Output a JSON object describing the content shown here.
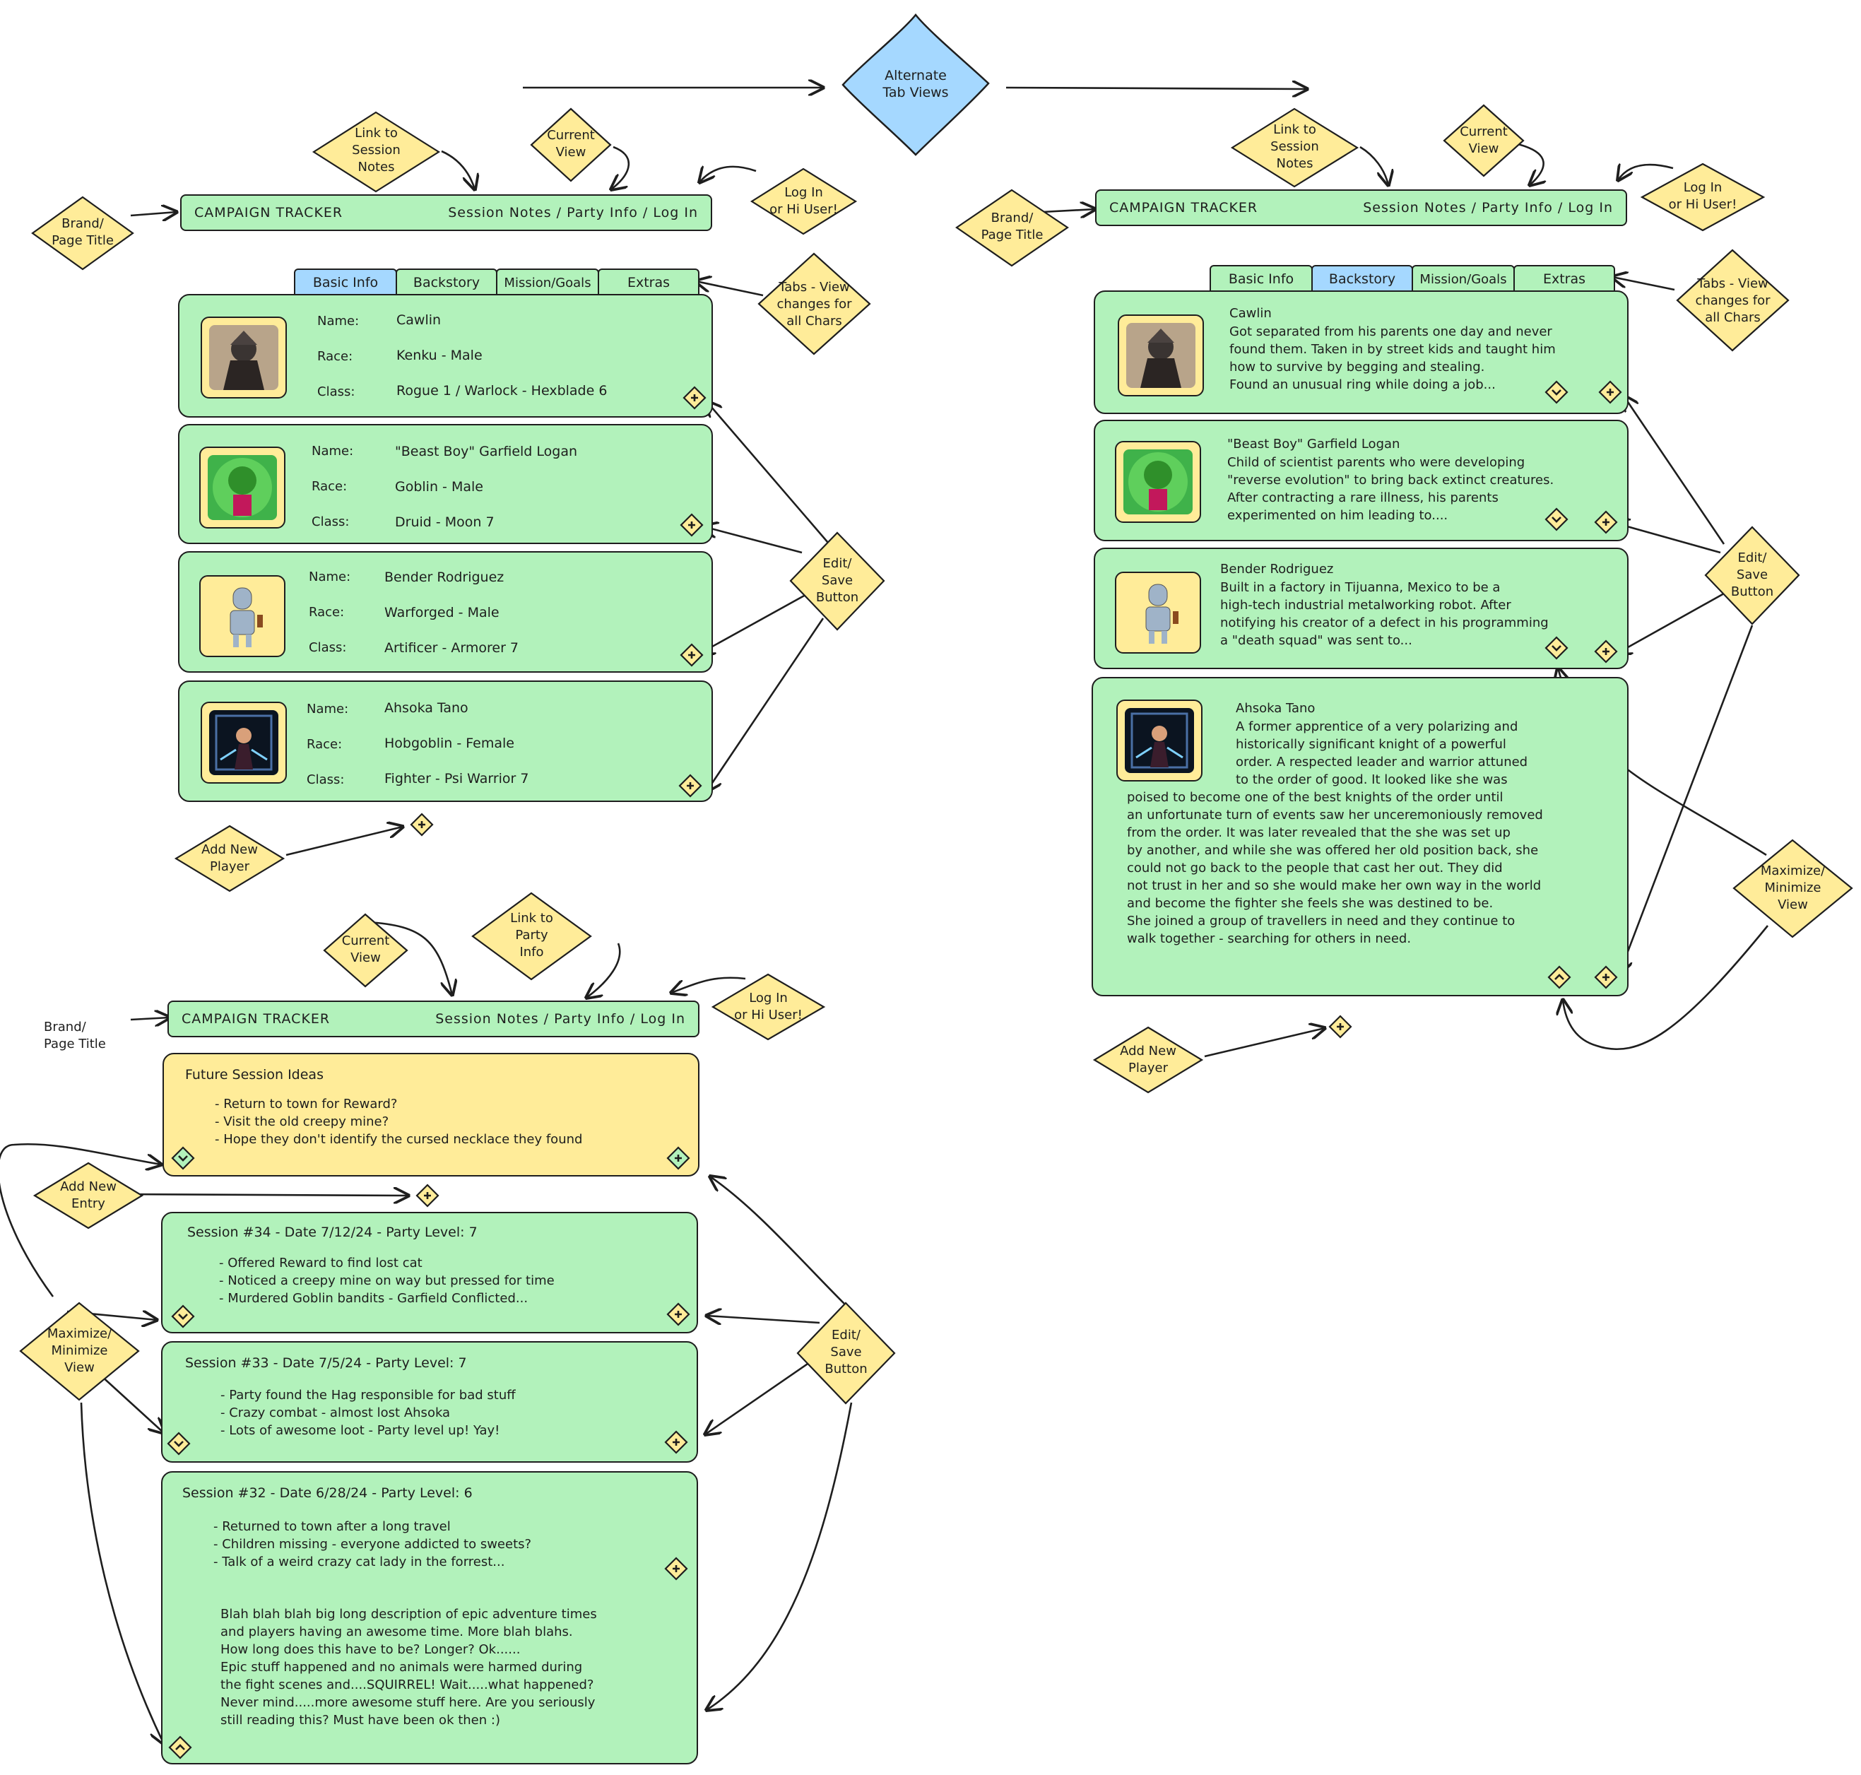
{
  "flow": {
    "alternate_tab_views": "Alternate\nTab Views"
  },
  "navbar": {
    "brand": "CAMPAIGN TRACKER",
    "session_notes": "Session Notes",
    "party_info": "Party Info",
    "log_in": "Log In",
    "separator": "/"
  },
  "tabs": [
    "Basic Info",
    "Backstory",
    "Mission/Goals",
    "Extras"
  ],
  "field_labels": {
    "name": "Name:",
    "race": "Race:",
    "class": "Class:"
  },
  "characters": [
    {
      "name": "Cawlin",
      "race": "Kenku - Male",
      "class": "Rogue 1 / Warlock - Hexblade 6",
      "backstory": "Got separated from his parents one day and never\nfound them. Taken in by street kids and taught him\nhow to survive by begging and stealing.\nFound an unusual ring while doing a job...",
      "portrait_icon": "hooded-bird-rogue-portrait",
      "portrait_bg": "#b8a48a"
    },
    {
      "name": "\"Beast Boy\" Garfield Logan",
      "race": "Goblin - Male",
      "class": "Druid - Moon 7",
      "backstory": "Child of scientist parents who were developing\n\"reverse evolution\" to bring back extinct creatures.\nAfter contracting a rare illness, his parents\nexperimented on him leading to....",
      "portrait_icon": "green-goblin-kid-portrait",
      "portrait_bg": "#3fb24a"
    },
    {
      "name": "Bender Rodriguez",
      "race": "Warforged - Male",
      "class": "Artificer - Armorer 7",
      "backstory": "Built in a factory in Tijuanna, Mexico to be a\nhigh-tech industrial metalworking robot. After\nnotifying his creator of a defect in his programming\na \"death squad\" was sent to...",
      "portrait_icon": "robot-portrait",
      "portrait_bg": "#ffec99"
    },
    {
      "name": "Ahsoka Tano",
      "race": "Hobgoblin - Female",
      "class": "Fighter - Psi Warrior 7",
      "backstory_head": "A former apprentice of a very polarizing and\nhistorically significant knight of a powerful\norder. A respected leader and warrior attuned\nto the order of good. It looked like she was",
      "backstory_tail": "poised to become one of the best knights of the order until\nan unfortunate turn of events saw her unceremoniously removed\nfrom the order. It was later revealed that the she was set up\nby another, and while she was offered her old position back, she\ncould not go back to the people that cast her out. They did\nnot trust in her and so she would make her own way in the world\nand become the fighter she feels she was destined to be.\nShe joined a group of travellers in need and they continue to\nwalk together - searching for others in need.",
      "portrait_icon": "dark-warrior-portrait",
      "portrait_bg": "#0b1420"
    }
  ],
  "annotations": {
    "link_session_notes": "Link to\nSession\nNotes",
    "current_view": "Current\nView",
    "log_in_hi": "Log In\nor Hi User!",
    "brand_page_title": "Brand/\nPage Title",
    "tabs_view": "Tabs - View\nchanges for\nall Chars",
    "edit_save": "Edit/\nSave\nButton",
    "add_new_player": "Add New\nPlayer",
    "max_min_view": "Maximize/\nMinimize\nView",
    "link_party_info": "Link to\nParty\nInfo",
    "add_new_entry": "Add New\nEntry"
  },
  "sessions": {
    "future": {
      "title": "Future Session Ideas",
      "items": "- Return to town for Reward?\n- Visit the old creepy mine?\n- Hope they don't identify the cursed necklace they found"
    },
    "entries": [
      {
        "title": "Session #34 - Date 7/12/24 - Party Level: 7",
        "items": "- Offered Reward to find lost cat\n- Noticed a creepy mine on way but pressed for time\n- Murdered Goblin bandits - Garfield Conflicted..."
      },
      {
        "title": "Session #33 - Date 7/5/24 - Party Level: 7",
        "items": "- Party found the Hag responsible for bad stuff\n- Crazy combat - almost lost Ahsoka\n- Lots of awesome loot - Party level up! Yay!"
      },
      {
        "title": "Session #32 - Date 6/28/24 - Party Level: 6",
        "items": "- Returned to town after a long travel\n- Children missing - everyone addicted to sweets?\n- Talk of a weird crazy cat lady in the forrest...",
        "description": "Blah blah blah big long description of epic adventure times\nand players having an awesome time.  More blah blahs.\nHow long does this have to be? Longer? Ok......\nEpic stuff happened and no animals were harmed during\nthe fight scenes and....SQUIRREL! Wait.....what happened?\nNever mind.....more awesome stuff here. Are you seriously\nstill reading this? Must have been ok then :)"
      }
    ]
  },
  "colors": {
    "card_green": "#b2f2bb",
    "note_yellow": "#ffec99",
    "active_blue": "#a5d8ff",
    "stroke": "#1e1e1e"
  }
}
